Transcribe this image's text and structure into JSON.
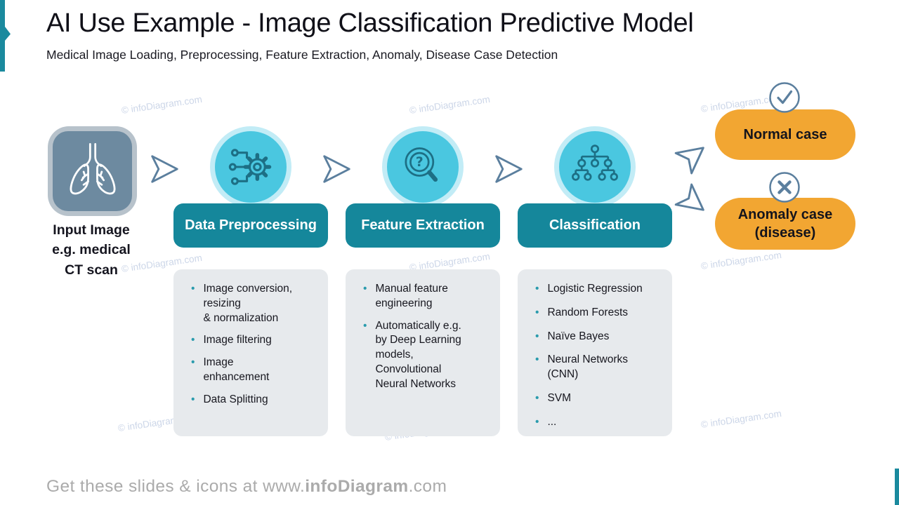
{
  "slide": {
    "title": "AI Use Example - Image Classification Predictive Model",
    "subtitle": "Medical Image Loading, Preprocessing, Feature Extraction, Anomaly, Disease Case Detection"
  },
  "watermark": "© infoDiagram.com",
  "input": {
    "icon": "lungs-icon",
    "label": "Input Image\ne.g. medical\nCT scan"
  },
  "stages": [
    {
      "label": "Data Preprocessing",
      "icon": "gear-network-icon",
      "bullets": [
        "Image conversion,\nresizing\n& normalization",
        "Image filtering",
        "Image\nenhancement",
        "Data Splitting"
      ]
    },
    {
      "label": "Feature Extraction",
      "icon": "magnifier-question-icon",
      "bullets": [
        "Manual feature\nengineering",
        "Automatically e.g.\nby Deep Learning\nmodels,\nConvolutional\nNeural Networks"
      ]
    },
    {
      "label": "Classification",
      "icon": "decision-tree-icon",
      "bullets": [
        "Logistic Regression",
        "Random Forests",
        "Naïve Bayes",
        "Neural Networks\n(CNN)",
        "SVM",
        "..."
      ]
    }
  ],
  "outcomes": [
    {
      "label": "Normal case",
      "icon": "check-circle-icon"
    },
    {
      "label": "Anomaly case\n(disease)",
      "icon": "cross-circle-icon"
    }
  ],
  "footer": {
    "prefix": "Get these slides & icons at www.",
    "brand": "infoDiagram",
    "suffix": ".com"
  },
  "colors": {
    "accent_teal": "#1b8a9e",
    "stage_button_teal": "#15879b",
    "circle_fill": "#4ac7e0",
    "circle_halo": "#c2ecf6",
    "icon_stroke": "#1d6f85",
    "arrow_outline": "#5b7f9e",
    "outcome_orange": "#f2a632",
    "input_box_fill": "#6d8aa0",
    "input_box_border": "#b7c2cb",
    "list_box_bg": "#e7eaed",
    "bullet_dot": "#2a9bad",
    "watermark": "#ccd6e8",
    "footer_text": "#ababab"
  }
}
